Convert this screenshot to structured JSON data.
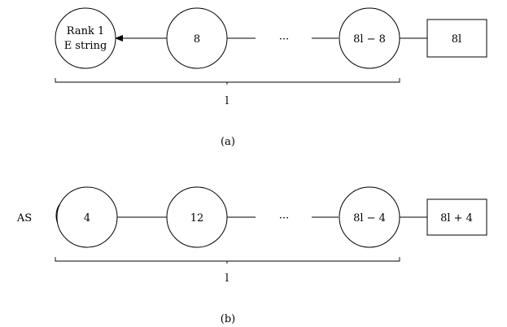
{
  "diagram_a": {
    "node_rank1_line1": "Rank 1",
    "node_rank1_line2": "E string",
    "node_2": "8",
    "ellipsis": "···",
    "node_last": "8l − 8",
    "box": "8l",
    "brace_label": "l",
    "caption": "(a)"
  },
  "diagram_b": {
    "as_label": "AS",
    "node_1": "4",
    "node_2": "12",
    "ellipsis": "···",
    "node_last": "8l − 4",
    "box": "8l + 4",
    "brace_label": "l",
    "caption": "(b)"
  }
}
